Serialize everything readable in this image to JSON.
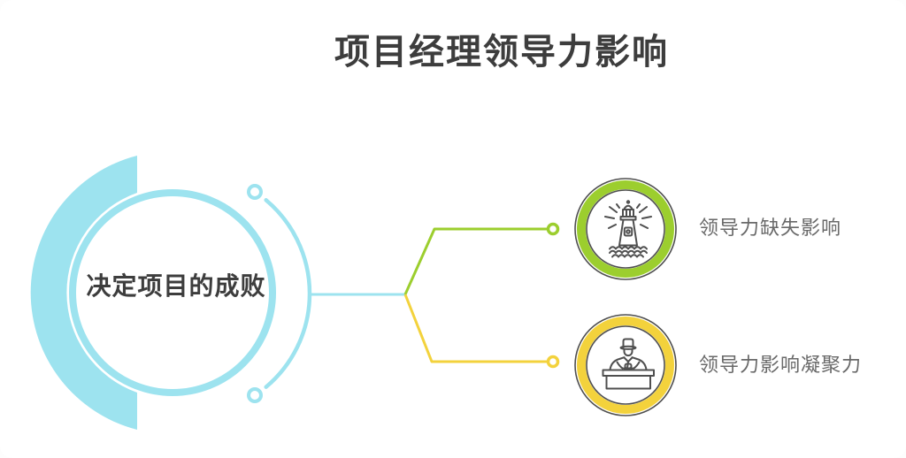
{
  "title": "项目经理领导力影响",
  "main_topic": {
    "label": "决定项目的成败"
  },
  "branches": [
    {
      "label": "领导力缺失影响",
      "icon": "lighthouse-icon",
      "color": "#9cce2e"
    },
    {
      "label": "领导力影响凝聚力",
      "icon": "lecturer-at-desk-icon",
      "color": "#f3d23c"
    }
  ],
  "colors": {
    "cyan": "#9de3ef",
    "green": "#9cce2e",
    "yellow": "#f3d23c",
    "icon_stroke": "#4f4f4f",
    "title_text": "#3d3d3d",
    "label_text": "#696969",
    "background": "#ffffff"
  }
}
